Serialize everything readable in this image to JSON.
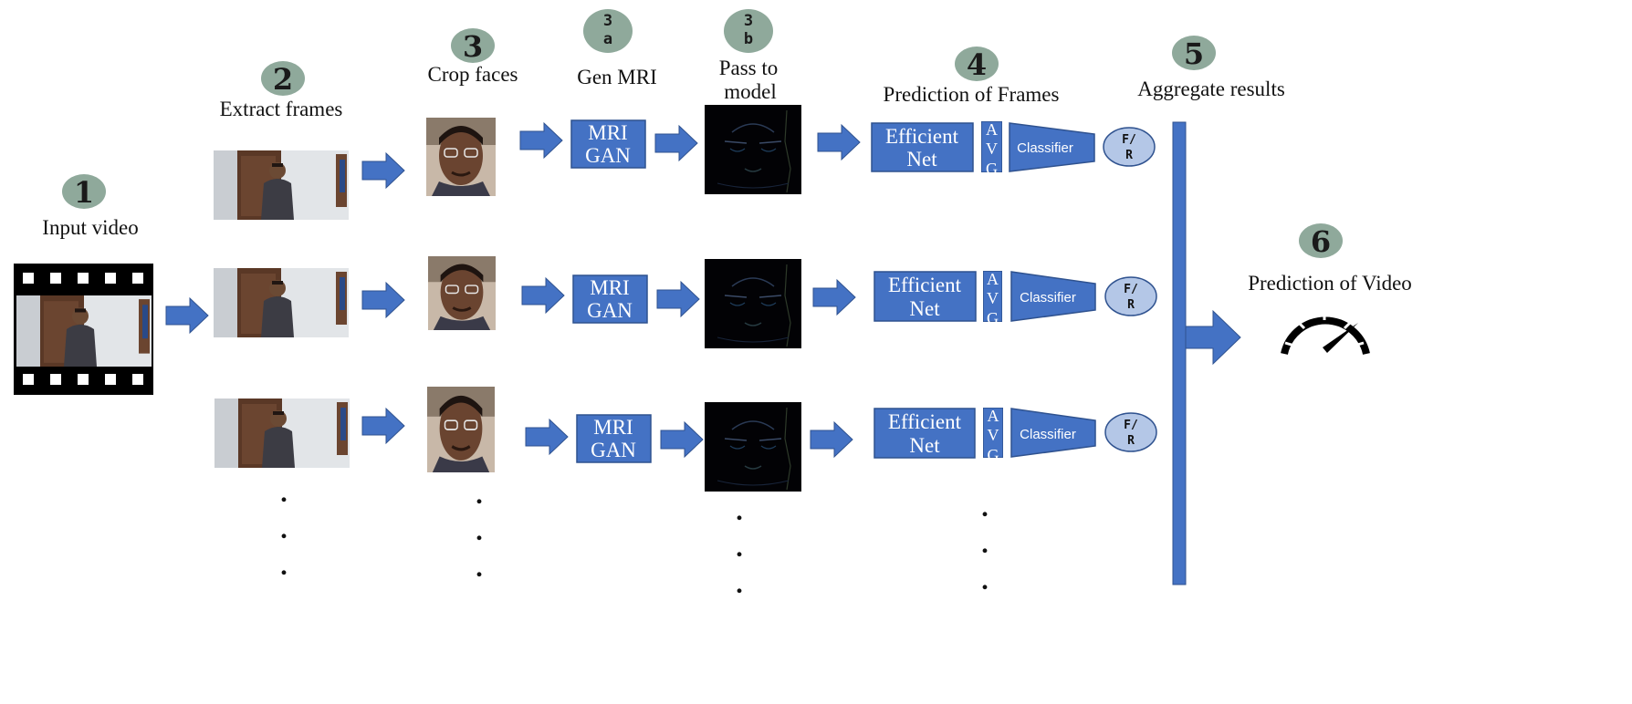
{
  "colors": {
    "accent": "#4472c4",
    "accent_dark": "#2f528f",
    "step_circle": "#8fa99b",
    "fr_fill": "#b4c7e7",
    "dark_frame": "#020205"
  },
  "steps": {
    "s1": {
      "num": "1",
      "label": "Input video"
    },
    "s2": {
      "num": "2",
      "label": "Extract frames"
    },
    "s3": {
      "num": "3",
      "label": "Crop faces"
    },
    "s3a": {
      "num": "3",
      "sub": "a",
      "label": "Gen MRI"
    },
    "s3b": {
      "num": "3",
      "sub": "b",
      "label_line1": "Pass to",
      "label_line2": "model"
    },
    "s4": {
      "num": "4",
      "label": "Prediction of Frames"
    },
    "s5": {
      "num": "5",
      "label": "Aggregate results"
    },
    "s6": {
      "num": "6",
      "label": "Prediction of Video"
    }
  },
  "boxes": {
    "mri_line1": "MRI",
    "mri_line2": "GAN",
    "eff_line1": "Efficient",
    "eff_line2": "Net",
    "avg_letters": [
      "A",
      "V",
      "G"
    ],
    "classifier": "Classifier",
    "fr_line1": "F/",
    "fr_line2": "R"
  },
  "icons": {
    "filmstrip": "film-strip-icon",
    "gauge": "speedometer-gauge-icon",
    "arrow": "right-arrow-icon"
  }
}
